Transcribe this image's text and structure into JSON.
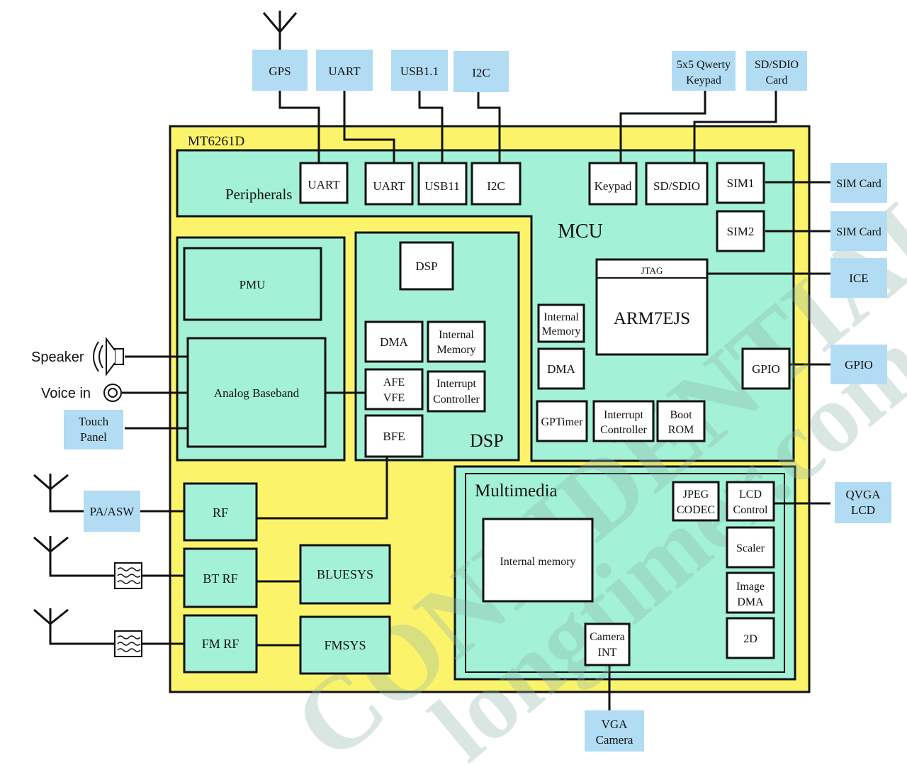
{
  "colors": {
    "chip_yellow": "#fbf46a",
    "block_green": "#a3f1d6",
    "external_blue": "#b2dcf4",
    "line": "#111111",
    "watermark": "#8fb4a8"
  },
  "chip_name": "MT6261D",
  "watermark": {
    "line1": "CONFIDENTIAL",
    "line2": "longtimer.com"
  },
  "external": {
    "gps": "GPS",
    "uart": "UART",
    "usb": "USB1.1",
    "i2c": "I2C",
    "keypad": [
      "5x5 Qwerty",
      "Keypad"
    ],
    "sd_card": [
      "SD/SDIO",
      "Card"
    ],
    "sim_card_1": "SIM Card",
    "sim_card_2": "SIM Card",
    "ice": "ICE",
    "gpio": "GPIO",
    "qvga_lcd": [
      "QVGA",
      "LCD"
    ],
    "vga_camera": [
      "VGA",
      "Camera"
    ],
    "pa_asw": "PA/ASW",
    "touch_panel": [
      "Touch",
      "Panel"
    ],
    "speaker": "Speaker",
    "voice_in": "Voice in"
  },
  "peripherals": {
    "label": "Peripherals",
    "uart1": "UART",
    "uart2": "UART",
    "usb11": "USB11",
    "i2c": "I2C",
    "keypad": "Keypad",
    "sdsdio": "SD/SDIO",
    "sim1": "SIM1",
    "sim2": "SIM2"
  },
  "mcu": {
    "label": "MCU",
    "jtag": "JTAG",
    "arm": "ARM7EJS",
    "internal_memory": [
      "Internal",
      "Memory"
    ],
    "dma": "DMA",
    "gpio": "GPIO",
    "gptimer": "GPTimer",
    "interrupt_controller": [
      "Interrupt",
      "Controller"
    ],
    "boot_rom": [
      "Boot",
      "ROM"
    ]
  },
  "dsp": {
    "label": "DSP",
    "dsp_core": "DSP",
    "dma": "DMA",
    "internal_memory": [
      "Internal",
      "Memory"
    ],
    "afe_vfe": [
      "AFE",
      "VFE"
    ],
    "interrupt_controller": [
      "Interrupt",
      "Controller"
    ],
    "bfe": "BFE"
  },
  "analog": {
    "pmu": "PMU",
    "baseband": "Analog Baseband"
  },
  "rf": {
    "rf": "RF",
    "bt_rf": "BT RF",
    "fm_rf": "FM RF",
    "bluesys": "BLUESYS",
    "fmsys": "FMSYS"
  },
  "multimedia": {
    "label": "Multimedia",
    "internal_memory": "Internal memory",
    "jpeg_codec": [
      "JPEG",
      "CODEC"
    ],
    "lcd_control": [
      "LCD",
      "Control"
    ],
    "scaler": "Scaler",
    "image_dma": [
      "Image",
      "DMA"
    ],
    "d2": "2D",
    "camera_int": [
      "Camera",
      "INT"
    ]
  }
}
